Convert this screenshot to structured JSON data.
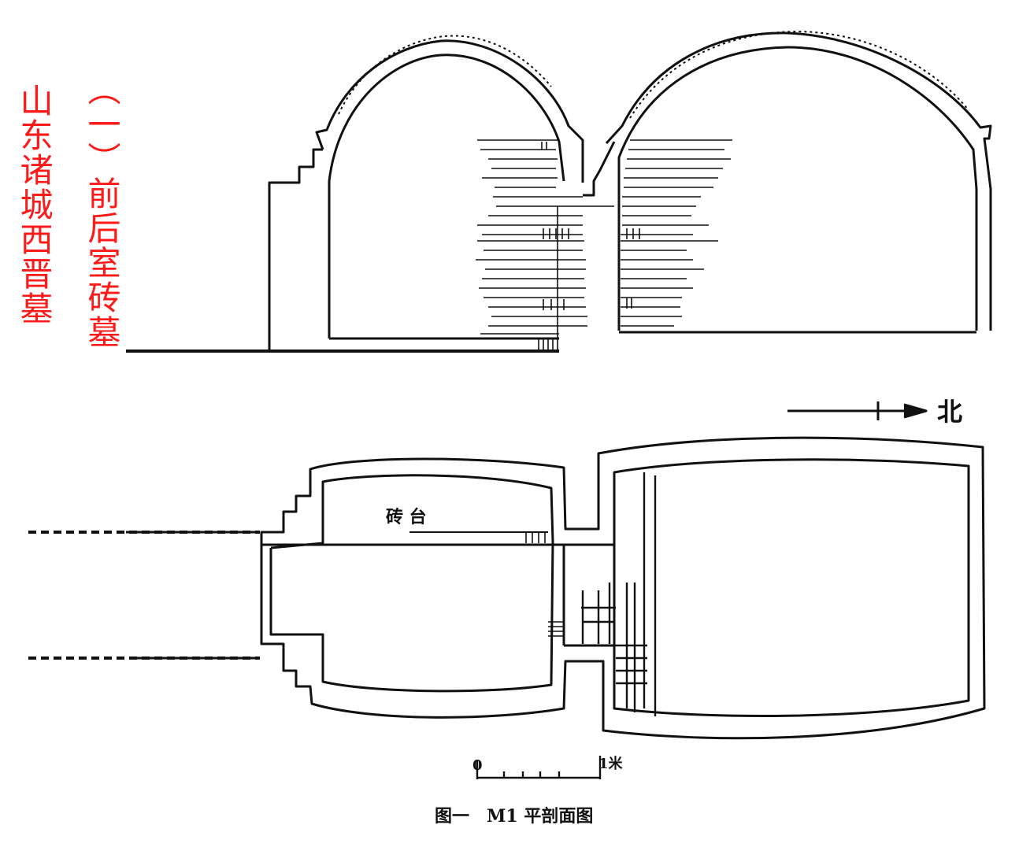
{
  "side_title_1": "山东诸城西晋墓",
  "side_title_2": "（一）前后室砖墓",
  "brick_platform_label": "砖 台",
  "north_label": "北",
  "scale": {
    "zero": "0",
    "one_meter": "1米"
  },
  "caption": "图一　M1 平剖面图",
  "colors": {
    "ink": "#111111",
    "annotation": "#ff1a1a",
    "paper": "#ffffff"
  }
}
